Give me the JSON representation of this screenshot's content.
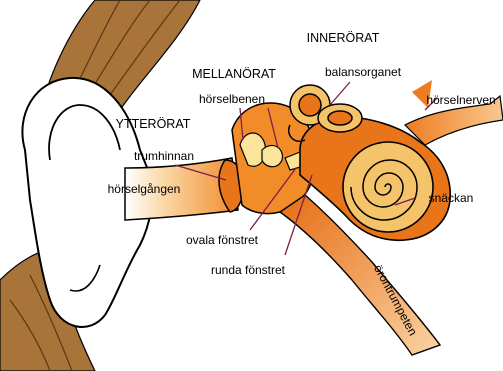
{
  "sections": {
    "outer": "YTTERÖRAT",
    "middle": "MELLANÖRAT",
    "inner": "INNERÖRAT"
  },
  "labels": {
    "eardrum": "trumhinnan",
    "ear_canal": "hörselgången",
    "ossicles": "hörselbenen",
    "oval_window": "ovala fönstret",
    "round_window": "runda fönstret",
    "vestibular_organ": "balansorganet",
    "auditory_nerve": "hörselnerven",
    "cochlea": "snäckan",
    "eustachian_tube": "örontrumpeten"
  },
  "colors": {
    "hair": "#a8743a",
    "outline": "#000000",
    "canal_orange": "#f28c28",
    "inner_orange": "#e8751a",
    "cochlea_fill": "#f5c36a",
    "leader_line": "#7a1f4a"
  }
}
